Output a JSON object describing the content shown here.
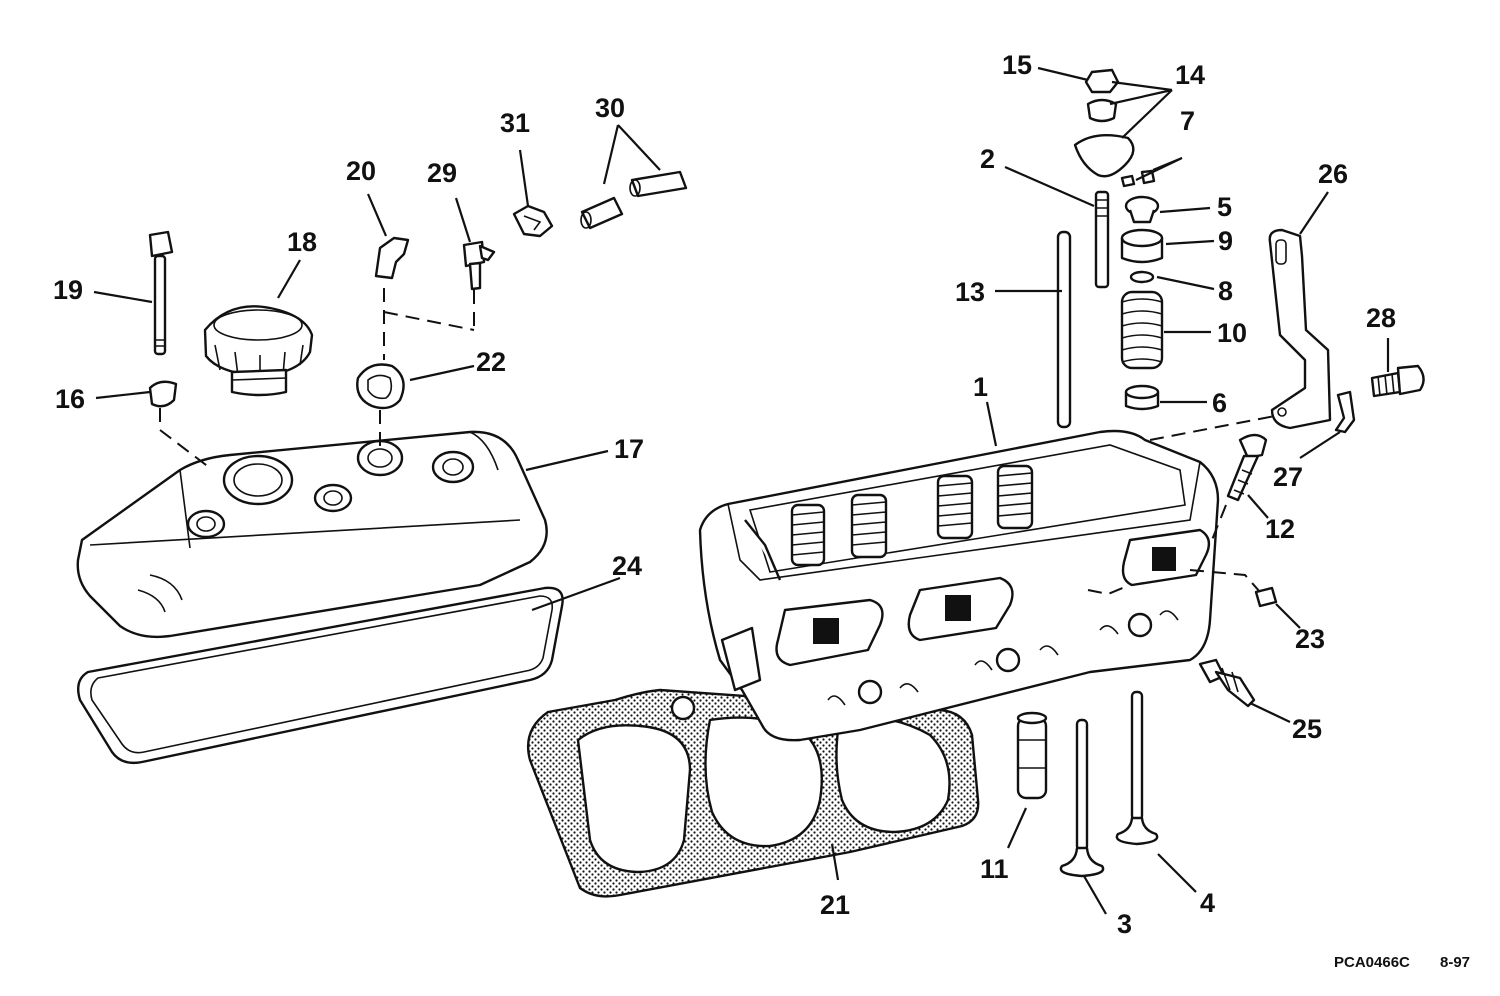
{
  "callouts": [
    "1",
    "2",
    "3",
    "4",
    "5",
    "6",
    "7",
    "8",
    "9",
    "10",
    "11",
    "12",
    "13",
    "14",
    "15",
    "16",
    "17",
    "18",
    "19",
    "20",
    "21",
    "22",
    "23",
    "24",
    "25",
    "26",
    "27",
    "28",
    "29",
    "30",
    "31"
  ],
  "footer": {
    "drawing_number": "PCA0466C",
    "date_code": "8-97"
  }
}
